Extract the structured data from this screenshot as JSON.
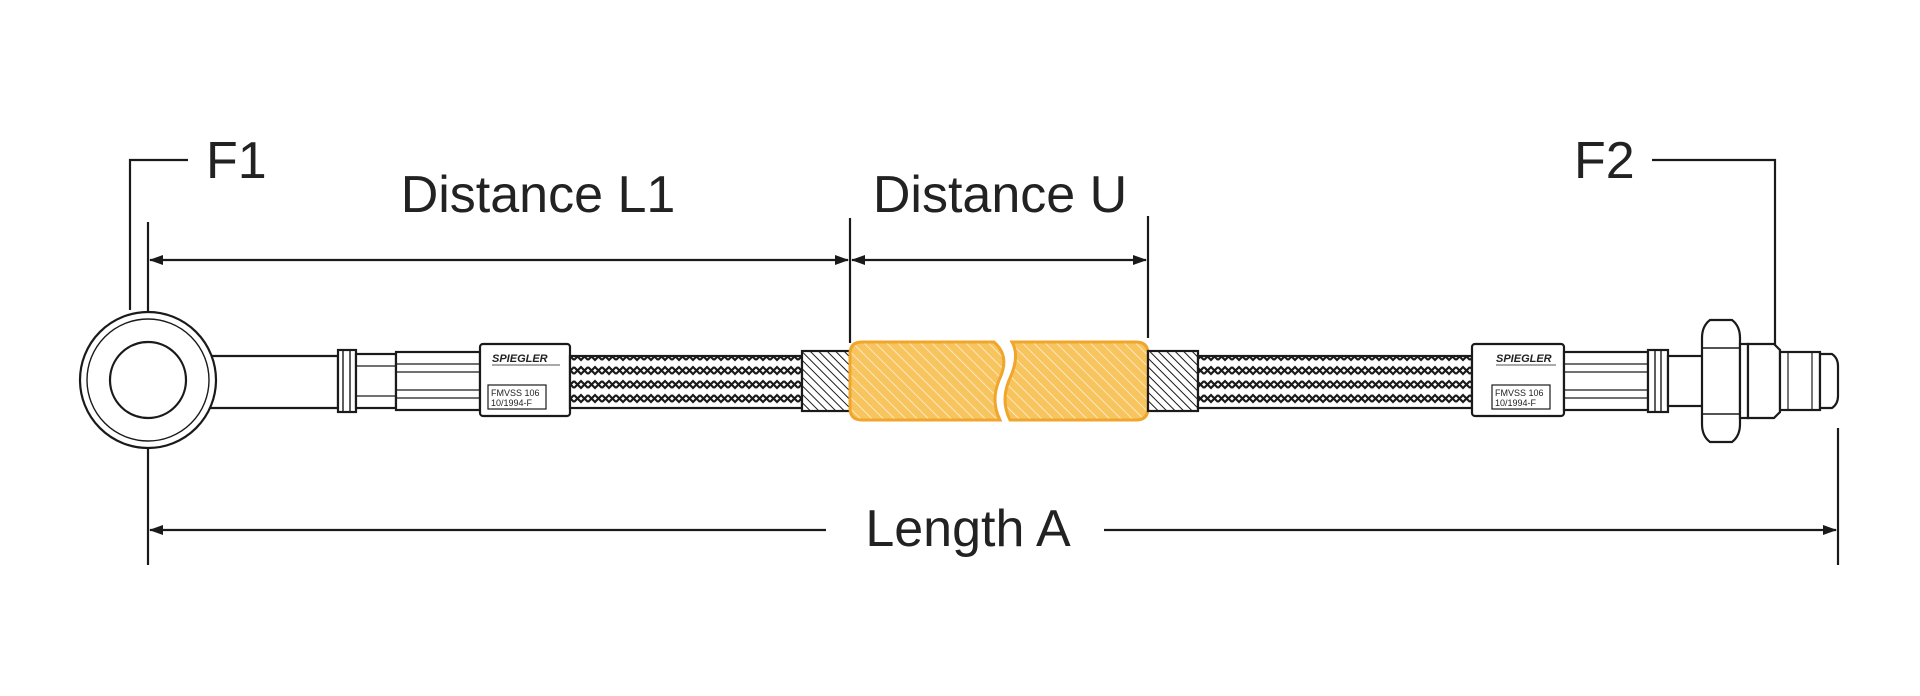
{
  "labels": {
    "f1": "F1",
    "f2": "F2",
    "distance_l1": "Distance L1",
    "distance_u": "Distance U",
    "length_a": "Length A"
  },
  "fittings": {
    "left_logo": "SPIEGLER",
    "right_logo": "SPIEGLER",
    "left_marking_line1": "FMVSS 106",
    "left_marking_line2": "10/1994-F",
    "right_marking_line1": "FMVSS 106",
    "right_marking_line2": "10/1994-F"
  },
  "colors": {
    "line": "#1a1a1a",
    "highlight_fill": "#f7c45e",
    "highlight_stroke": "#f0a62a",
    "text": "#222222"
  }
}
